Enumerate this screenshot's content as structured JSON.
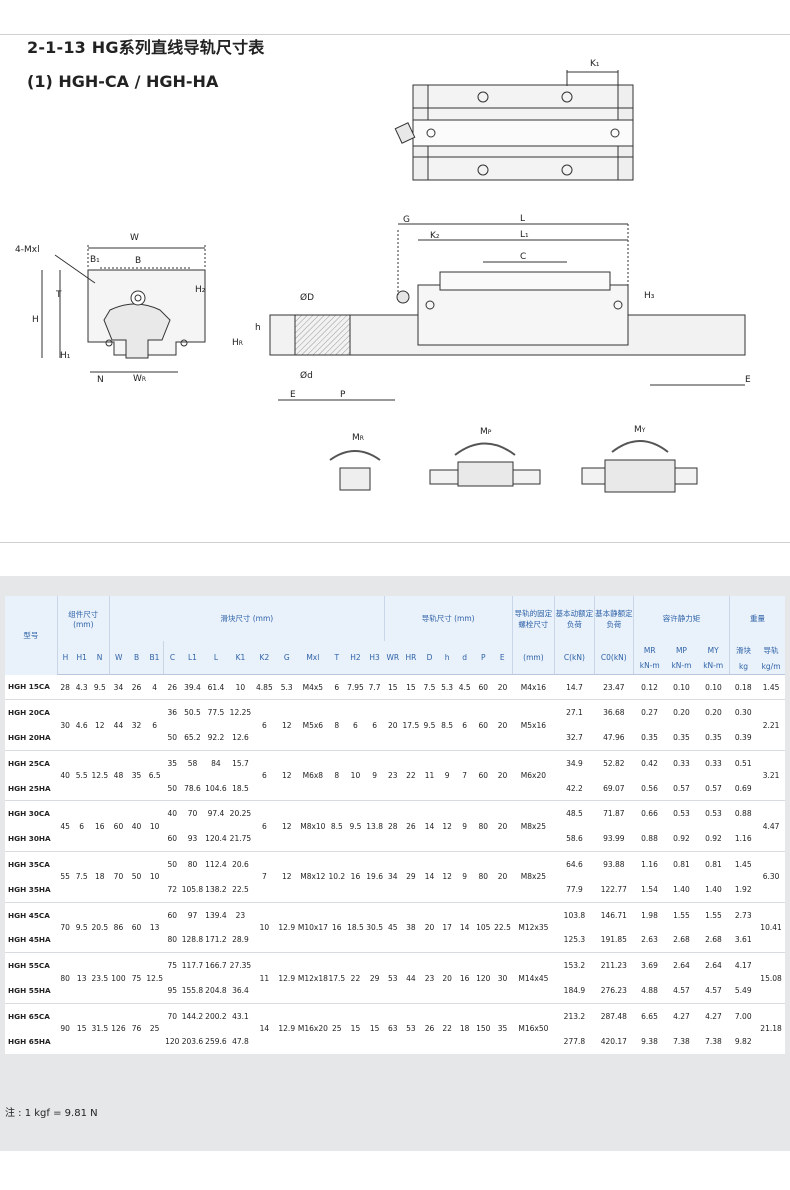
{
  "header": {
    "title": "2-1-13 HG系列直线导轨尺寸表",
    "subtitle": "(1) HGH-CA / HGH-HA"
  },
  "diagram_labels": {
    "k1": "K1",
    "g": "G",
    "k2": "K2",
    "l": "L",
    "l1": "L1",
    "c": "C",
    "h3": "H3",
    "w": "W",
    "b": "B",
    "b1": "B1",
    "mxl": "4-Mxl",
    "t": "T",
    "h2": "H2",
    "h": "H",
    "h1": "H1",
    "n": "N",
    "wr": "WR",
    "hr": "HR",
    "hh": "h",
    "dd": "ØD",
    "d": "Ød",
    "e1": "E",
    "p": "P",
    "e2": "E",
    "mr": "MR",
    "mp": "MP",
    "my": "MY"
  },
  "table": {
    "header_top": {
      "model": "型号",
      "assembly": "组件尺寸 (mm)",
      "block": "滑块尺寸 (mm)",
      "rail": "导轨尺寸 (mm)",
      "bolt": "导轨的固定螺栓尺寸",
      "dynamic": "基本动额定负荷",
      "static": "基本静额定负荷",
      "moment": "容许静力矩",
      "weight": "重量"
    },
    "header_sub": [
      "H",
      "H1",
      "N",
      "W",
      "B",
      "B1",
      "C",
      "L1",
      "L",
      "K1",
      "K2",
      "G",
      "Mxl",
      "T",
      "H2",
      "H3",
      "WR",
      "HR",
      "D",
      "h",
      "d",
      "P",
      "E",
      "(mm)",
      "C(kN)",
      "C0(kN)",
      "MR",
      "MP",
      "MY",
      "滑块",
      "导轨"
    ],
    "header_units": [
      "kN-m",
      "kN-m",
      "kN-m",
      "kg",
      "kg/m"
    ],
    "rows": [
      {
        "model": "HGH 15CA",
        "H": "28",
        "H1": "4.3",
        "N": "9.5",
        "W": "34",
        "B": "26",
        "B1": "4",
        "C": "26",
        "L1": "39.4",
        "L": "61.4",
        "K1": "10",
        "K2": "4.85",
        "G": "5.3",
        "Mxl": "M4x5",
        "T": "6",
        "H2": "7.95",
        "H3": "7.7",
        "WR": "15",
        "HR": "15",
        "D": "7.5",
        "h": "5.3",
        "d": "4.5",
        "P": "60",
        "E": "20",
        "bolt": "M4x16",
        "Cd": "14.7",
        "C0": "23.47",
        "MR": "0.12",
        "MP": "0.10",
        "MY": "0.10",
        "wb": "0.18",
        "wr": "1.45"
      },
      {
        "model": "HGH 20CA",
        "H": "30",
        "H1": "4.6",
        "N": "12",
        "W": "44",
        "B": "32",
        "B1": "6",
        "C": "36",
        "L1": "50.5",
        "L": "77.5",
        "K1": "12.25",
        "K2": "6",
        "G": "12",
        "Mxl": "M5x6",
        "T": "8",
        "H2": "6",
        "H3": "6",
        "WR": "20",
        "HR": "17.5",
        "D": "9.5",
        "h": "8.5",
        "d": "6",
        "P": "60",
        "E": "20",
        "bolt": "M5x16",
        "Cd": "27.1",
        "C0": "36.68",
        "MR": "0.27",
        "MP": "0.20",
        "MY": "0.20",
        "wb": "0.30",
        "wr": "2.21"
      },
      {
        "model": "HGH 20HA",
        "C": "50",
        "L1": "65.2",
        "L": "92.2",
        "K1": "12.6",
        "Cd": "32.7",
        "C0": "47.96",
        "MR": "0.35",
        "MP": "0.35",
        "MY": "0.35",
        "wb": "0.39"
      },
      {
        "model": "HGH 25CA",
        "H": "40",
        "H1": "5.5",
        "N": "12.5",
        "W": "48",
        "B": "35",
        "B1": "6.5",
        "C": "35",
        "L1": "58",
        "L": "84",
        "K1": "15.7",
        "K2": "6",
        "G": "12",
        "Mxl": "M6x8",
        "T": "8",
        "H2": "10",
        "H3": "9",
        "WR": "23",
        "HR": "22",
        "D": "11",
        "h": "9",
        "d": "7",
        "P": "60",
        "E": "20",
        "bolt": "M6x20",
        "Cd": "34.9",
        "C0": "52.82",
        "MR": "0.42",
        "MP": "0.33",
        "MY": "0.33",
        "wb": "0.51",
        "wr": "3.21"
      },
      {
        "model": "HGH 25HA",
        "C": "50",
        "L1": "78.6",
        "L": "104.6",
        "K1": "18.5",
        "Cd": "42.2",
        "C0": "69.07",
        "MR": "0.56",
        "MP": "0.57",
        "MY": "0.57",
        "wb": "0.69"
      },
      {
        "model": "HGH 30CA",
        "H": "45",
        "H1": "6",
        "N": "16",
        "W": "60",
        "B": "40",
        "B1": "10",
        "C": "40",
        "L1": "70",
        "L": "97.4",
        "K1": "20.25",
        "K2": "6",
        "G": "12",
        "Mxl": "M8x10",
        "T": "8.5",
        "H2": "9.5",
        "H3": "13.8",
        "WR": "28",
        "HR": "26",
        "D": "14",
        "h": "12",
        "d": "9",
        "P": "80",
        "E": "20",
        "bolt": "M8x25",
        "Cd": "48.5",
        "C0": "71.87",
        "MR": "0.66",
        "MP": "0.53",
        "MY": "0.53",
        "wb": "0.88",
        "wr": "4.47"
      },
      {
        "model": "HGH 30HA",
        "C": "60",
        "L1": "93",
        "L": "120.4",
        "K1": "21.75",
        "Cd": "58.6",
        "C0": "93.99",
        "MR": "0.88",
        "MP": "0.92",
        "MY": "0.92",
        "wb": "1.16"
      },
      {
        "model": "HGH 35CA",
        "H": "55",
        "H1": "7.5",
        "N": "18",
        "W": "70",
        "B": "50",
        "B1": "10",
        "C": "50",
        "L1": "80",
        "L": "112.4",
        "K1": "20.6",
        "K2": "7",
        "G": "12",
        "Mxl": "M8x12",
        "T": "10.2",
        "H2": "16",
        "H3": "19.6",
        "WR": "34",
        "HR": "29",
        "D": "14",
        "h": "12",
        "d": "9",
        "P": "80",
        "E": "20",
        "bolt": "M8x25",
        "Cd": "64.6",
        "C0": "93.88",
        "MR": "1.16",
        "MP": "0.81",
        "MY": "0.81",
        "wb": "1.45",
        "wr": "6.30"
      },
      {
        "model": "HGH 35HA",
        "C": "72",
        "L1": "105.8",
        "L": "138.2",
        "K1": "22.5",
        "Cd": "77.9",
        "C0": "122.77",
        "MR": "1.54",
        "MP": "1.40",
        "MY": "1.40",
        "wb": "1.92"
      },
      {
        "model": "HGH 45CA",
        "H": "70",
        "H1": "9.5",
        "N": "20.5",
        "W": "86",
        "B": "60",
        "B1": "13",
        "C": "60",
        "L1": "97",
        "L": "139.4",
        "K1": "23",
        "K2": "10",
        "G": "12.9",
        "Mxl": "M10x17",
        "T": "16",
        "H2": "18.5",
        "H3": "30.5",
        "WR": "45",
        "HR": "38",
        "D": "20",
        "h": "17",
        "d": "14",
        "P": "105",
        "E": "22.5",
        "bolt": "M12x35",
        "Cd": "103.8",
        "C0": "146.71",
        "MR": "1.98",
        "MP": "1.55",
        "MY": "1.55",
        "wb": "2.73",
        "wr": "10.41"
      },
      {
        "model": "HGH 45HA",
        "C": "80",
        "L1": "128.8",
        "L": "171.2",
        "K1": "28.9",
        "Cd": "125.3",
        "C0": "191.85",
        "MR": "2.63",
        "MP": "2.68",
        "MY": "2.68",
        "wb": "3.61"
      },
      {
        "model": "HGH 55CA",
        "H": "80",
        "H1": "13",
        "N": "23.5",
        "W": "100",
        "B": "75",
        "B1": "12.5",
        "C": "75",
        "L1": "117.7",
        "L": "166.7",
        "K1": "27.35",
        "K2": "11",
        "G": "12.9",
        "Mxl": "M12x18",
        "T": "17.5",
        "H2": "22",
        "H3": "29",
        "WR": "53",
        "HR": "44",
        "D": "23",
        "h": "20",
        "d": "16",
        "P": "120",
        "E": "30",
        "bolt": "M14x45",
        "Cd": "153.2",
        "C0": "211.23",
        "MR": "3.69",
        "MP": "2.64",
        "MY": "2.64",
        "wb": "4.17",
        "wr": "15.08"
      },
      {
        "model": "HGH 55HA",
        "C": "95",
        "L1": "155.8",
        "L": "204.8",
        "K1": "36.4",
        "Cd": "184.9",
        "C0": "276.23",
        "MR": "4.88",
        "MP": "4.57",
        "MY": "4.57",
        "wb": "5.49"
      },
      {
        "model": "HGH 65CA",
        "H": "90",
        "H1": "15",
        "N": "31.5",
        "W": "126",
        "B": "76",
        "B1": "25",
        "C": "70",
        "L1": "144.2",
        "L": "200.2",
        "K1": "43.1",
        "K2": "14",
        "G": "12.9",
        "Mxl": "M16x20",
        "T": "25",
        "H2": "15",
        "H3": "15",
        "WR": "63",
        "HR": "53",
        "D": "26",
        "h": "22",
        "d": "18",
        "P": "150",
        "E": "35",
        "bolt": "M16x50",
        "Cd": "213.2",
        "C0": "287.48",
        "MR": "6.65",
        "MP": "4.27",
        "MY": "4.27",
        "wb": "7.00",
        "wr": "21.18"
      },
      {
        "model": "HGH 65HA",
        "C": "120",
        "L1": "203.6",
        "L": "259.6",
        "K1": "47.8",
        "Cd": "277.8",
        "C0": "420.17",
        "MR": "9.38",
        "MP": "7.38",
        "MY": "7.38",
        "wb": "9.82"
      }
    ]
  },
  "note": "注 : 1 kgf = 9.81 N"
}
